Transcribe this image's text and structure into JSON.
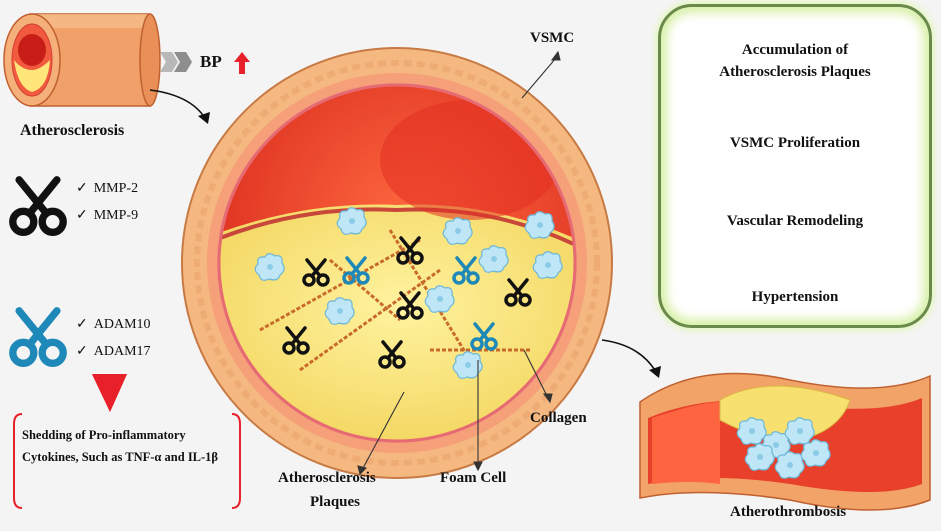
{
  "labels": {
    "atherosclerosis": "Atherosclerosis",
    "bp": "BP",
    "vsmc": "VSMC",
    "collagen": "Collagen",
    "foam_cell": "Foam Cell",
    "plaques_line1": "Atherosclerosis",
    "plaques_line2": "Plaques",
    "atherothrombosis": "Atherothrombosis"
  },
  "enzymes_black": [
    "MMP-2",
    "MMP-9"
  ],
  "enzymes_blue": [
    "ADAM10",
    "ADAM17"
  ],
  "shedding_text": "Shedding of Pro-inflammatory Cytokines, Such as TNF-α and IL-1β",
  "flow_steps": [
    "Accumulation of Atherosclerosis Plaques",
    "VSMC Proliferation",
    "Vascular Remodeling",
    "Hypertension"
  ],
  "colors": {
    "arrow_red": "#e8202a",
    "scissor_black": "#111111",
    "scissor_blue": "#1e88b8",
    "box_border": "#6a8a4a",
    "vessel_wall": "#f2b078",
    "blood": "#e8402a",
    "plaque": "#f8e070"
  }
}
